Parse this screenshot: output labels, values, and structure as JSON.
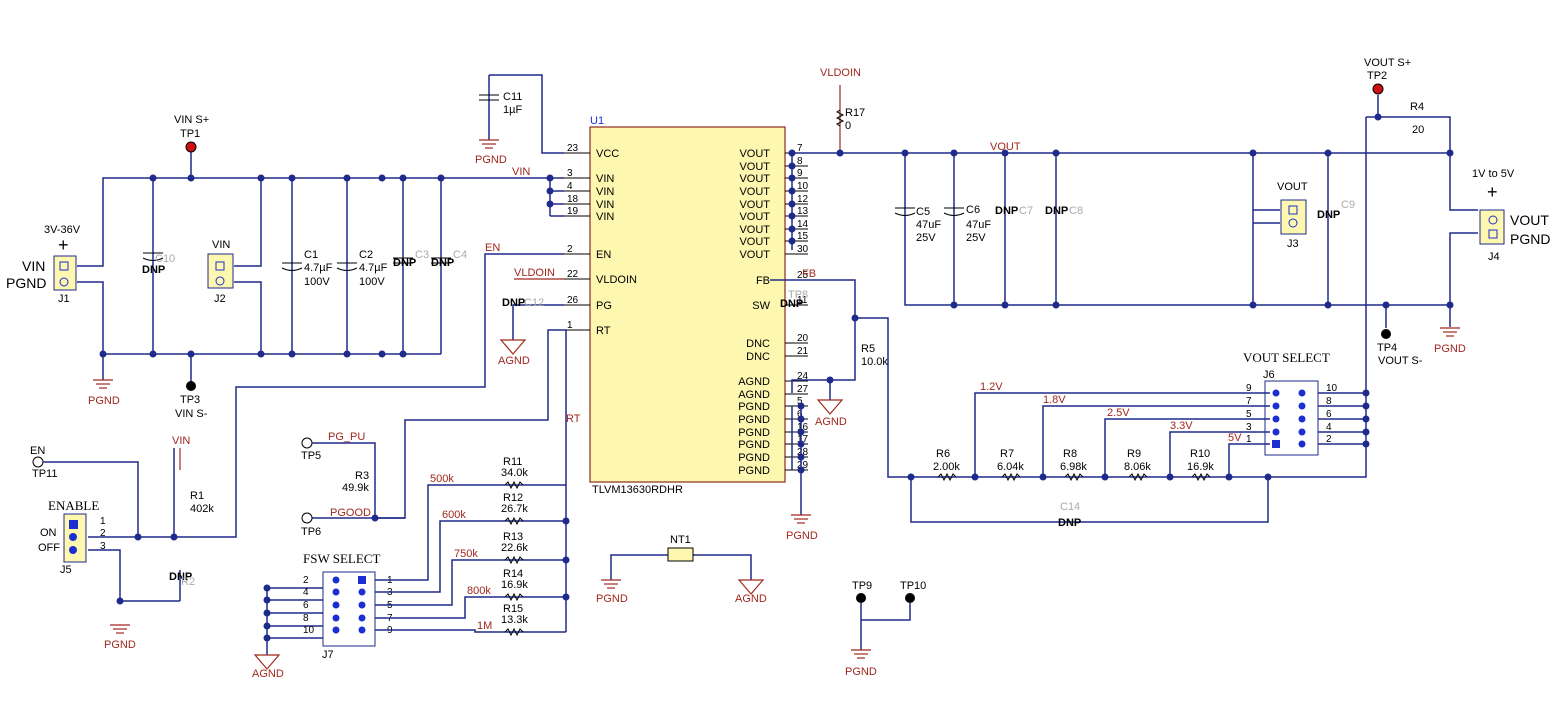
{
  "ic": {
    "ref": "U1",
    "part": "TLVM13630RDHR",
    "left_pins": [
      {
        "num": "23",
        "name": "VCC"
      },
      {
        "num": "3",
        "name": "VIN"
      },
      {
        "num": "4",
        "name": "VIN"
      },
      {
        "num": "18",
        "name": "VIN"
      },
      {
        "num": "19",
        "name": "VIN"
      },
      {
        "num": "2",
        "name": "EN"
      },
      {
        "num": "22",
        "name": "VLDOIN"
      },
      {
        "num": "26",
        "name": "PG"
      },
      {
        "num": "1",
        "name": "RT"
      }
    ],
    "right_pins": [
      {
        "num": "7",
        "name": "VOUT"
      },
      {
        "num": "8",
        "name": "VOUT"
      },
      {
        "num": "9",
        "name": "VOUT"
      },
      {
        "num": "10",
        "name": "VOUT"
      },
      {
        "num": "12",
        "name": "VOUT"
      },
      {
        "num": "13",
        "name": "VOUT"
      },
      {
        "num": "14",
        "name": "VOUT"
      },
      {
        "num": "15",
        "name": "VOUT"
      },
      {
        "num": "30",
        "name": "VOUT"
      },
      {
        "num": "25",
        "name": "FB"
      },
      {
        "num": "11",
        "name": "SW"
      },
      {
        "num": "20",
        "name": "DNC"
      },
      {
        "num": "21",
        "name": "DNC"
      },
      {
        "num": "24",
        "name": "AGND"
      },
      {
        "num": "27",
        "name": "AGND"
      },
      {
        "num": "5",
        "name": "PGND"
      },
      {
        "num": "6",
        "name": "PGND"
      },
      {
        "num": "16",
        "name": "PGND"
      },
      {
        "num": "17",
        "name": "PGND"
      },
      {
        "num": "28",
        "name": "PGND"
      },
      {
        "num": "29",
        "name": "PGND"
      }
    ]
  },
  "nets": {
    "vin": "VIN",
    "en": "EN",
    "vldoin": "VLDOIN",
    "rt": "RT",
    "vout": "VOUT",
    "fb": "FB",
    "pg_pu": "PG_PU",
    "pgood": "PGOOD",
    "vldoin_top": "VLDOIN",
    "vin_r1": "VIN"
  },
  "grounds": {
    "pgnd": "PGND",
    "agnd": "AGND"
  },
  "dnp": "DNP",
  "caps": {
    "c11": {
      "ref": "C11",
      "val": "1µF"
    },
    "c1": {
      "ref": "C1",
      "val": "4.7µF",
      "v": "100V"
    },
    "c2": {
      "ref": "C2",
      "val": "4.7µF",
      "v": "100V"
    },
    "c3": "C3",
    "c4": "C4",
    "c10": "C10",
    "c12": "C12",
    "c5": {
      "ref": "C5",
      "val": "47uF",
      "v": "25V"
    },
    "c6": {
      "ref": "C6",
      "val": "47uF",
      "v": "25V"
    },
    "c7": "C7",
    "c8": "C8",
    "c9": "C9",
    "c14": "C14"
  },
  "res": {
    "r17": {
      "ref": "R17",
      "val": "0"
    },
    "r4": {
      "ref": "R4",
      "val": "20"
    },
    "r5": {
      "ref": "R5",
      "val": "10.0k"
    },
    "r1": {
      "ref": "R1",
      "val": "402k"
    },
    "r2": "R2",
    "r3": {
      "ref": "R3",
      "val": "49.9k"
    },
    "r6": {
      "ref": "R6",
      "val": "2.00k"
    },
    "r7": {
      "ref": "R7",
      "val": "6.04k"
    },
    "r8": {
      "ref": "R8",
      "val": "6.98k"
    },
    "r9": {
      "ref": "R9",
      "val": "8.06k"
    },
    "r10": {
      "ref": "R10",
      "val": "16.9k"
    },
    "r11": {
      "ref": "R11",
      "val": "34.0k",
      "f": "500k"
    },
    "r12": {
      "ref": "R12",
      "val": "26.7k",
      "f": "600k"
    },
    "r13": {
      "ref": "R13",
      "val": "22.6k",
      "f": "750k"
    },
    "r14": {
      "ref": "R14",
      "val": "16.9k",
      "f": "800k"
    },
    "r15": {
      "ref": "R15",
      "val": "13.3k",
      "f": "1M"
    }
  },
  "tps": {
    "tp1": {
      "ref": "TP1",
      "name": "VIN S+"
    },
    "tp3": {
      "ref": "TP3",
      "name": "VIN S-"
    },
    "tp2": {
      "ref": "TP2",
      "name": "VOUT S+"
    },
    "tp4": {
      "ref": "TP4",
      "name": "VOUT S-"
    },
    "tp5": "TP5",
    "tp6": "TP6",
    "tp8": "TP8",
    "tp9": "TP9",
    "tp10": "TP10",
    "tp11": {
      "ref": "TP11",
      "name": "EN"
    }
  },
  "conns": {
    "j1": {
      "ref": "J1",
      "range": "3V-36V",
      "plus": "+",
      "l1": "VIN",
      "l2": "PGND"
    },
    "j2": {
      "ref": "J2",
      "name": "VIN"
    },
    "j3": {
      "ref": "J3",
      "name": "VOUT"
    },
    "j4": {
      "ref": "J4",
      "range": "1V to 5V",
      "plus": "+",
      "l1": "VOUT",
      "l2": "PGND"
    },
    "j5": {
      "ref": "J5",
      "title": "ENABLE",
      "on": "ON",
      "off": "OFF",
      "p1": "1",
      "p2": "2",
      "p3": "3"
    },
    "j6": {
      "ref": "J6",
      "title": "VOUT SELECT",
      "left": [
        "9",
        "7",
        "5",
        "3",
        "1"
      ],
      "right": [
        "10",
        "8",
        "6",
        "4",
        "2"
      ],
      "volts": [
        "1.2V",
        "1.8V",
        "2.5V",
        "3.3V",
        "5V"
      ]
    },
    "j7": {
      "ref": "J7",
      "title": "FSW SELECT",
      "left": [
        "2",
        "4",
        "6",
        "8",
        "10"
      ],
      "right": [
        "1",
        "3",
        "5",
        "7",
        "9"
      ]
    }
  },
  "nt1": "NT1"
}
